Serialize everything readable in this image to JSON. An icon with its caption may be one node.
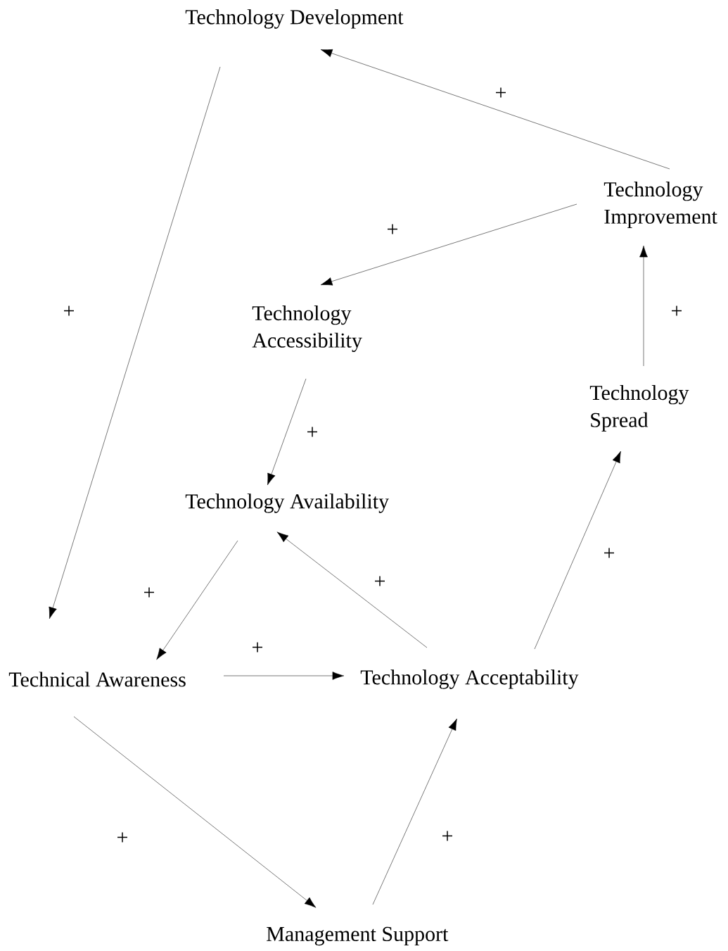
{
  "diagram": {
    "nodes": [
      {
        "text": [
          "Technology Development"
        ]
      },
      {
        "text": [
          "Technology Improvement"
        ]
      },
      {
        "text": [
          "Technology Accessibility"
        ]
      },
      {
        "text": [
          "Technology Spread"
        ]
      },
      {
        "text": [
          "Technology Availability"
        ]
      },
      {
        "text": [
          "Technical Awareness"
        ]
      },
      {
        "text": [
          "Technology Acceptability"
        ]
      },
      {
        "text": [
          "Management Support"
        ]
      }
    ],
    "edges": [
      {
        "from": 1,
        "to": 0,
        "arrow": "to",
        "label": "+"
      },
      {
        "from": 0,
        "to": 5,
        "arrow": "to",
        "label": "+"
      },
      {
        "from": 1,
        "to": 2,
        "arrow": "to",
        "label": "+"
      },
      {
        "from": 3,
        "to": 1,
        "arrow": "to",
        "label": "+"
      },
      {
        "from": 2,
        "to": 4,
        "arrow": "to",
        "label": "+"
      },
      {
        "from": 4,
        "to": 5,
        "arrow": "to",
        "label": "+"
      },
      {
        "from": 6,
        "to": 4,
        "arrow": "to",
        "label": "+"
      },
      {
        "from": 6,
        "to": 3,
        "arrow": "to",
        "label": "+"
      },
      {
        "from": 5,
        "to": 6,
        "arrow": "to",
        "label": "+"
      },
      {
        "from": 5,
        "to": 7,
        "arrow": "to",
        "label": "+"
      },
      {
        "from": 7,
        "to": 6,
        "arrow": "to",
        "label": "+"
      }
    ]
  }
}
